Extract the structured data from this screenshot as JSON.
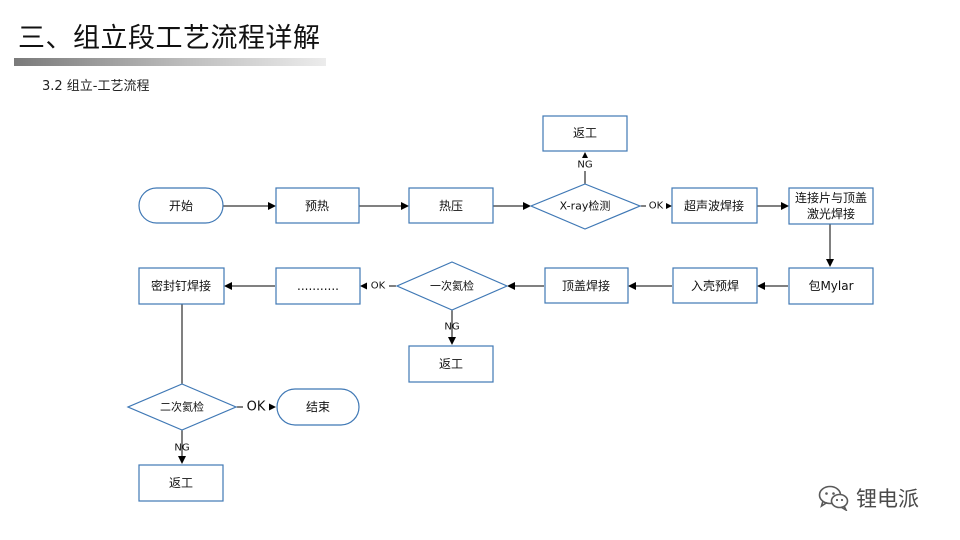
{
  "header": {
    "title": "三、组立段工艺流程详解",
    "subtitle": "3.2 组立-工艺流程"
  },
  "flow": {
    "start": "开始",
    "preheat": "预热",
    "hot_press": "热压",
    "xray": "X-ray检测",
    "ultrasonic": "超声波焊接",
    "connector": [
      "连接片与顶盖",
      "激光焊接"
    ],
    "mylar": "包Mylar",
    "shell": "入壳预焊",
    "top_weld": "顶盖焊接",
    "check1": "一次氦检",
    "dots": "...........",
    "seal": "密封钉焊接",
    "check2": "二次氦检",
    "end": "结束",
    "rework_top": "返工",
    "rework_mid": "返工",
    "rework_bottom": "返工",
    "ok": "OK",
    "ng": "NG"
  },
  "watermark": {
    "text": "锂电派",
    "icon": "wechat-icon"
  },
  "colors": {
    "node_border": "#3f78b5",
    "edge": "#000000"
  }
}
